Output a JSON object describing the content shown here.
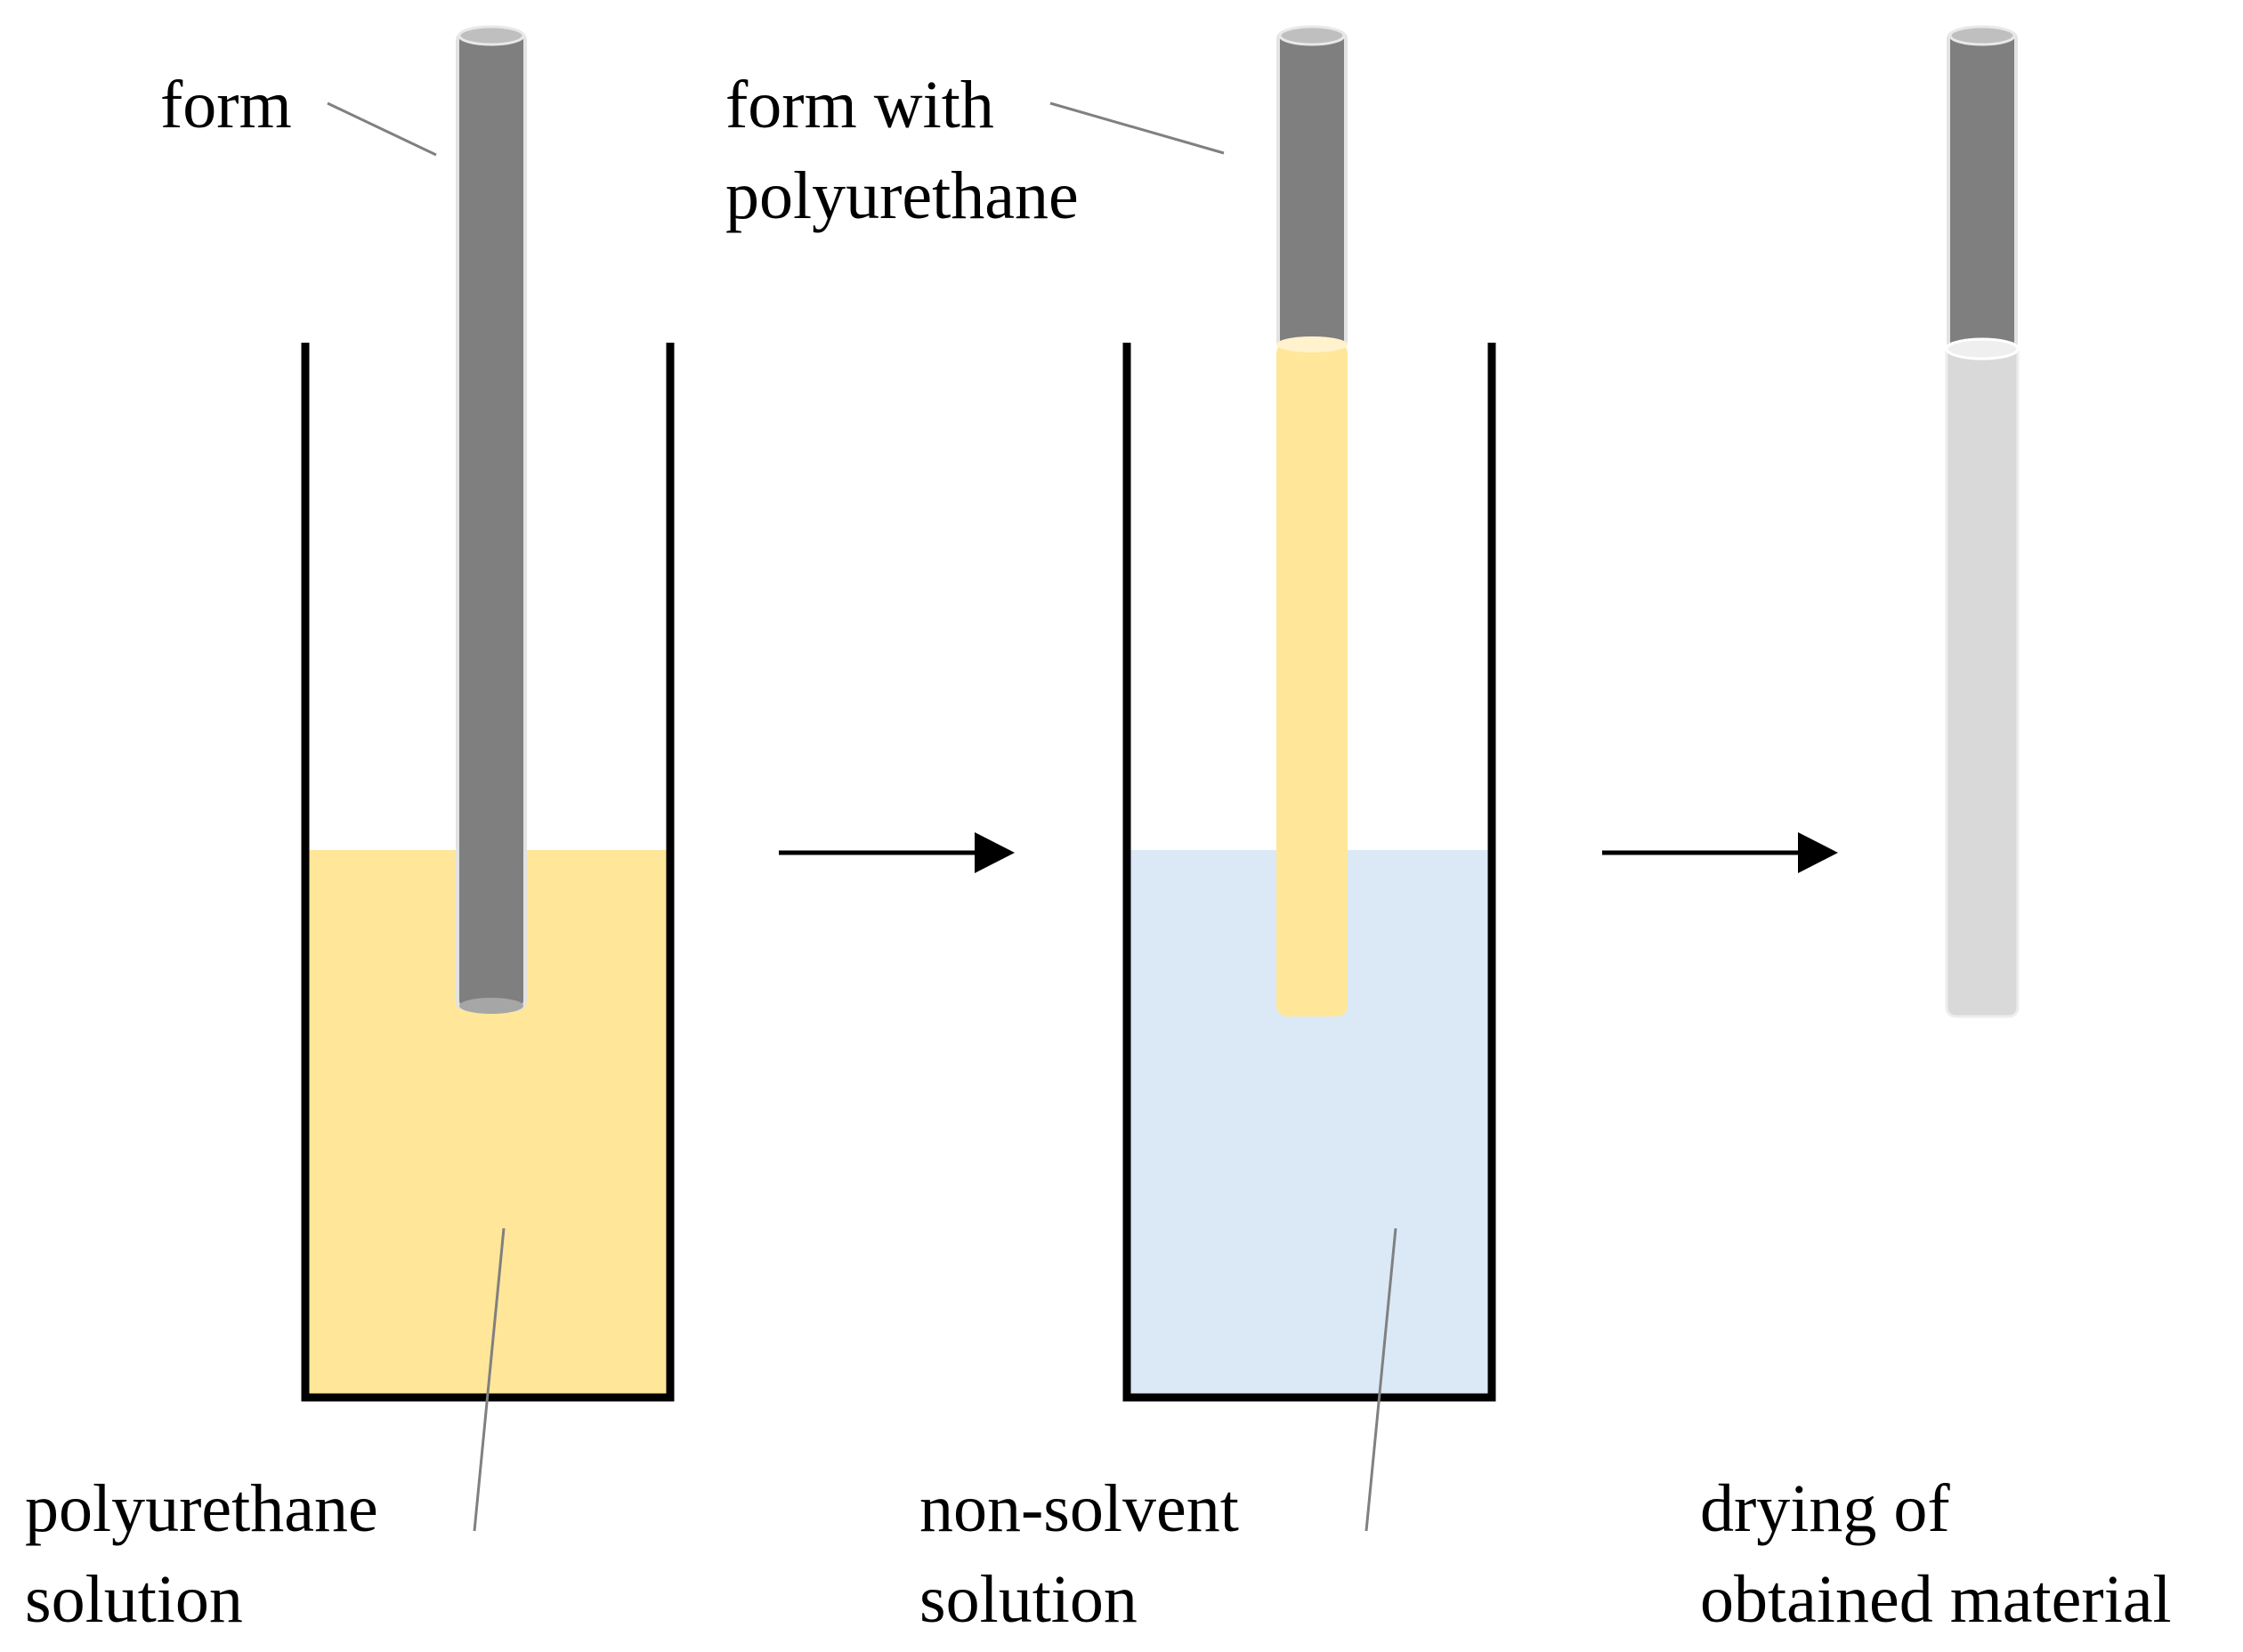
{
  "labels": {
    "form": "form",
    "form_with_line1": "form with",
    "form_with_line2": "polyurethane",
    "pu_solution_line1": "polyurethane",
    "pu_solution_line2": "solution",
    "nonsolvent_line1": "non-solvent",
    "nonsolvent_line2": "solution",
    "drying_line1": "drying of",
    "drying_line2": "obtained material"
  },
  "colors": {
    "rod": "#7f7f7f",
    "rod_cap": "#bfbfbf",
    "polyurethane": "#ffe699",
    "non_solvent": "#dbe9f6",
    "dried_material": "#d9d9d9",
    "beaker": "#000000",
    "leader_line": "#808080",
    "arrow": "#000000"
  }
}
